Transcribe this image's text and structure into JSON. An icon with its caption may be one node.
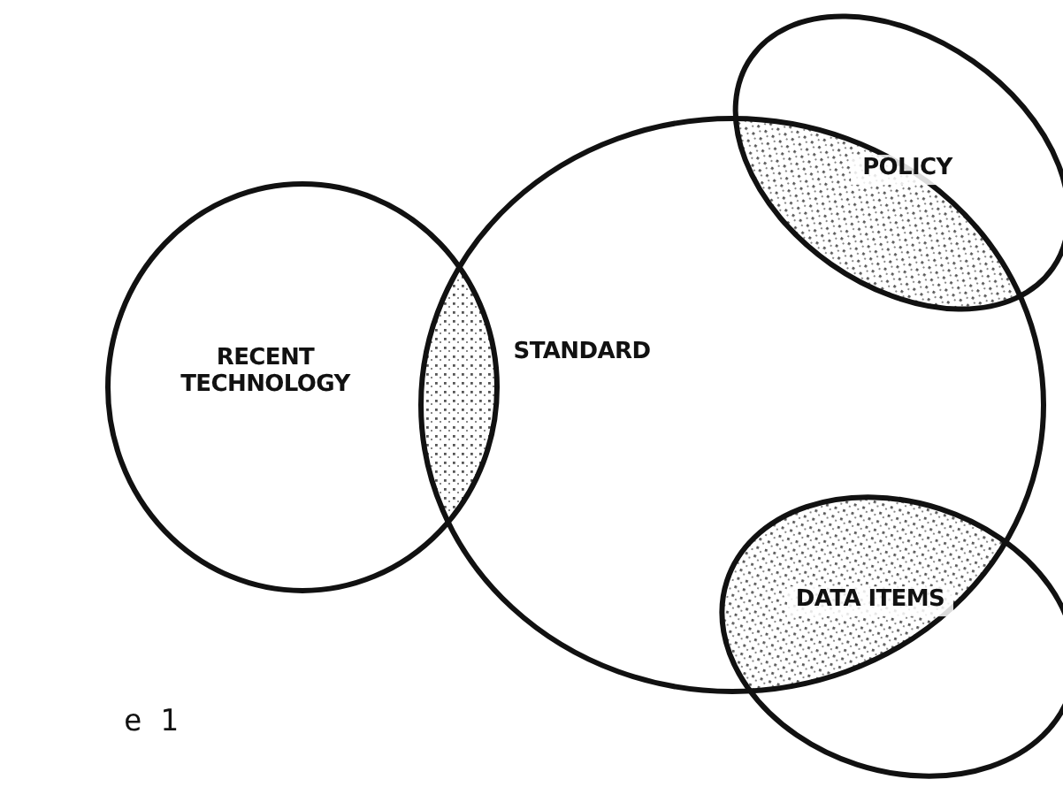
{
  "diagram": {
    "nodes": [
      {
        "text": [
          "RECENT TECHNOLOGY"
        ]
      },
      {
        "text": [
          "STANDARD"
        ]
      },
      {
        "text": [
          "POLICY"
        ]
      },
      {
        "text": [
          "DATA ITEMS"
        ]
      }
    ],
    "labels": [
      "e 1"
    ]
  }
}
